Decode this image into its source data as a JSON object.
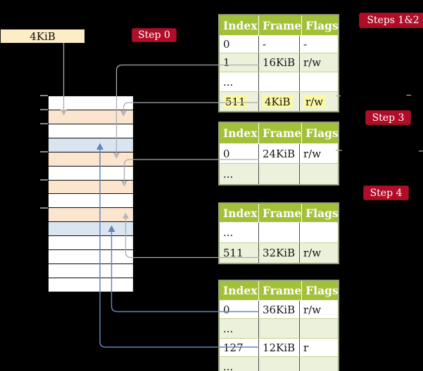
{
  "frame_box": {
    "label": "4KiB"
  },
  "badges": {
    "step0": "Step 0",
    "steps12": "Steps 1&2",
    "step3": "Step 3",
    "step4": "Step 4"
  },
  "tables": [
    {
      "headers": [
        "Index",
        "Frame",
        "Flags"
      ],
      "rows": [
        {
          "cells": [
            "0",
            "-",
            "-"
          ]
        },
        {
          "cells": [
            "1",
            "16KiB",
            "r/w"
          ]
        },
        {
          "cells": [
            "...",
            "",
            ""
          ]
        },
        {
          "cells": [
            "511",
            "4KiB",
            "r/w"
          ],
          "highlighted": true
        }
      ]
    },
    {
      "headers": [
        "Index",
        "Frame",
        "Flags"
      ],
      "rows": [
        {
          "cells": [
            "0",
            "24KiB",
            "r/w"
          ]
        },
        {
          "cells": [
            "...",
            "",
            ""
          ]
        }
      ]
    },
    {
      "headers": [
        "Index",
        "Frame",
        "Flags"
      ],
      "rows": [
        {
          "cells": [
            "...",
            "",
            ""
          ]
        },
        {
          "cells": [
            "511",
            "32KiB",
            "r/w"
          ]
        }
      ]
    },
    {
      "headers": [
        "Index",
        "Frame",
        "Flags"
      ],
      "rows": [
        {
          "cells": [
            "0",
            "36KiB",
            "r/w"
          ]
        },
        {
          "cells": [
            "...",
            "",
            ""
          ]
        },
        {
          "cells": [
            "127",
            "12KiB",
            "r"
          ]
        },
        {
          "cells": [
            "...",
            "",
            ""
          ]
        }
      ]
    }
  ],
  "memory": {
    "rows": [
      "white",
      "orange",
      "white",
      "blue",
      "orange",
      "white",
      "orange",
      "white",
      "orange",
      "blue",
      "white",
      "white",
      "white",
      "white"
    ]
  },
  "colors": {
    "badge_red": "#b00d28",
    "header_green": "#a3c138",
    "row_green": "#ebf1da",
    "frame_orange": "#fce5cf",
    "page_blue": "#dbe5f1",
    "highlight_yellow": "#fcf9a4",
    "label_cream": "#fcedc5",
    "gray_arrow": "#ababb1",
    "blue_arrow": "#6484b8"
  }
}
